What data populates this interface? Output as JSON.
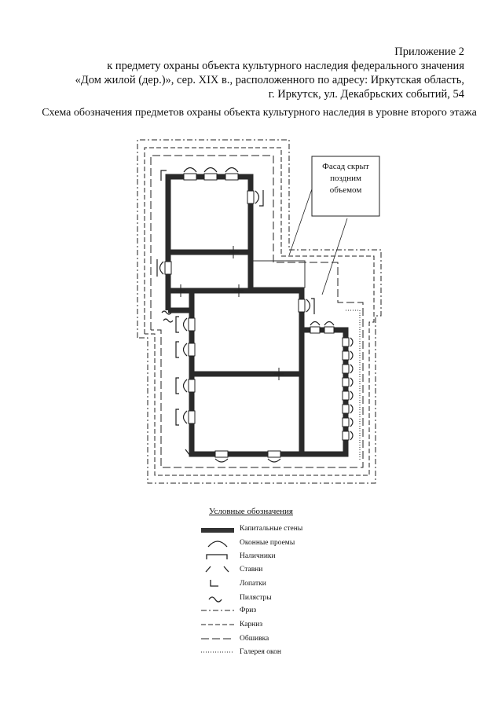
{
  "header": {
    "line1": "Приложение 2",
    "line2": "к предмету охраны объекта культурного наследия федерального значения",
    "line3": "«Дом жилой (дер.)», сер. XIX в., расположенного по адресу: Иркутская область,",
    "line4": "г. Иркутск, ул. Декабрьских событий, 54"
  },
  "title": "Схема обозначения предметов охраны объекта культурного наследия в уровне второго этажа",
  "callout": "Фасад скрыт поздним объемом",
  "legend": {
    "title": "Условные обозначения",
    "items": [
      "Капитальные стены",
      "Оконные проемы",
      "Наличники",
      "Ставни",
      "Лопатки",
      "Пилястры",
      "Фриз",
      "Карниз",
      "Обшивка",
      "Галерея окон"
    ]
  }
}
